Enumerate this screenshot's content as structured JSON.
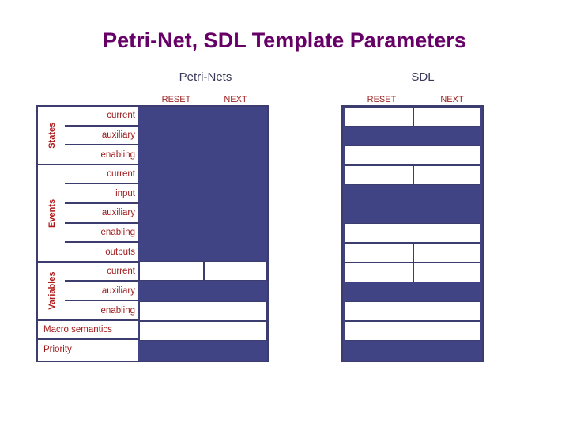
{
  "slide": {
    "title": "Petri-Net, SDL Template Parameters",
    "title_color": "#660066",
    "background": "#ffffff"
  },
  "palette": {
    "fill_blue": "#404384",
    "border_blue": "#3c3c6e",
    "label_red": "#a01c1c",
    "group_red": "#b01a1a",
    "caption_gray": "#3b3b5c"
  },
  "sections": [
    {
      "name": "petri-nets",
      "caption": "Petri-Nets",
      "columns": [
        {
          "key": "reset",
          "label": "RESET"
        },
        {
          "key": "next",
          "label": "NEXT"
        }
      ]
    },
    {
      "name": "sdl",
      "caption": "SDL",
      "columns": [
        {
          "key": "reset",
          "label": "RESET"
        },
        {
          "key": "next",
          "label": "NEXT"
        }
      ]
    }
  ],
  "groups": [
    {
      "key": "states",
      "label": "States",
      "rows": 3
    },
    {
      "key": "events",
      "label": "Events",
      "rows": 5
    },
    {
      "key": "variables",
      "label": "Variables",
      "rows": 3
    }
  ],
  "rows": [
    {
      "index": 0,
      "group": "states",
      "label": "current",
      "full_width_label": false
    },
    {
      "index": 1,
      "group": "states",
      "label": "auxiliary",
      "full_width_label": false
    },
    {
      "index": 2,
      "group": "states",
      "label": "enabling",
      "full_width_label": false
    },
    {
      "index": 3,
      "group": "events",
      "label": "current",
      "full_width_label": false
    },
    {
      "index": 4,
      "group": "events",
      "label": "input",
      "full_width_label": false
    },
    {
      "index": 5,
      "group": "events",
      "label": "auxiliary",
      "full_width_label": false
    },
    {
      "index": 6,
      "group": "events",
      "label": "enabling",
      "full_width_label": false
    },
    {
      "index": 7,
      "group": "events",
      "label": "outputs",
      "full_width_label": false
    },
    {
      "index": 8,
      "group": "variables",
      "label": "current",
      "full_width_label": false
    },
    {
      "index": 9,
      "group": "variables",
      "label": "auxiliary",
      "full_width_label": false
    },
    {
      "index": 10,
      "group": "variables",
      "label": "enabling",
      "full_width_label": false
    },
    {
      "index": 11,
      "group": null,
      "label": "Macro semantics",
      "full_width_label": true
    },
    {
      "index": 12,
      "group": null,
      "label": "Priority",
      "full_width_label": true
    }
  ],
  "matrix": {
    "petri_nets": [
      {
        "row": 0,
        "state": "blue"
      },
      {
        "row": 1,
        "state": "blue"
      },
      {
        "row": 2,
        "state": "blue"
      },
      {
        "row": 3,
        "state": "blue"
      },
      {
        "row": 4,
        "state": "blue"
      },
      {
        "row": 5,
        "state": "blue"
      },
      {
        "row": 6,
        "state": "blue"
      },
      {
        "row": 7,
        "state": "blue"
      },
      {
        "row": 8,
        "state": "split-white"
      },
      {
        "row": 9,
        "state": "blue"
      },
      {
        "row": 10,
        "state": "white"
      },
      {
        "row": 11,
        "state": "white"
      },
      {
        "row": 12,
        "state": "blue"
      }
    ],
    "sdl": [
      {
        "row": 0,
        "state": "split-white"
      },
      {
        "row": 1,
        "state": "blue"
      },
      {
        "row": 2,
        "state": "white"
      },
      {
        "row": 3,
        "state": "split-white"
      },
      {
        "row": 4,
        "state": "blue"
      },
      {
        "row": 5,
        "state": "blue"
      },
      {
        "row": 6,
        "state": "white"
      },
      {
        "row": 7,
        "state": "split-white"
      },
      {
        "row": 8,
        "state": "split-white"
      },
      {
        "row": 9,
        "state": "blue"
      },
      {
        "row": 10,
        "state": "white"
      },
      {
        "row": 11,
        "state": "white"
      },
      {
        "row": 12,
        "state": "blue"
      }
    ]
  }
}
